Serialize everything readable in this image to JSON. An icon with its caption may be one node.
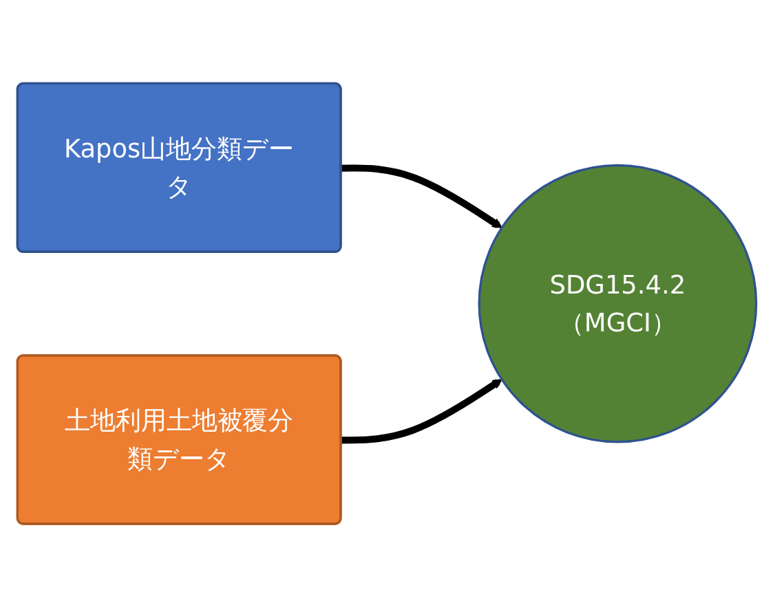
{
  "diagram": {
    "nodes": [
      {
        "text": [
          "Kapos山地分類データ"
        ]
      },
      {
        "text": [
          "土地利用土地被覆分類データ"
        ]
      },
      {
        "text": [
          "SDG15.4.2（MGCI）"
        ]
      }
    ],
    "edges": [
      {
        "from": 0,
        "to": 2,
        "arrow": "to"
      },
      {
        "from": 1,
        "to": 2,
        "arrow": "to"
      }
    ]
  }
}
